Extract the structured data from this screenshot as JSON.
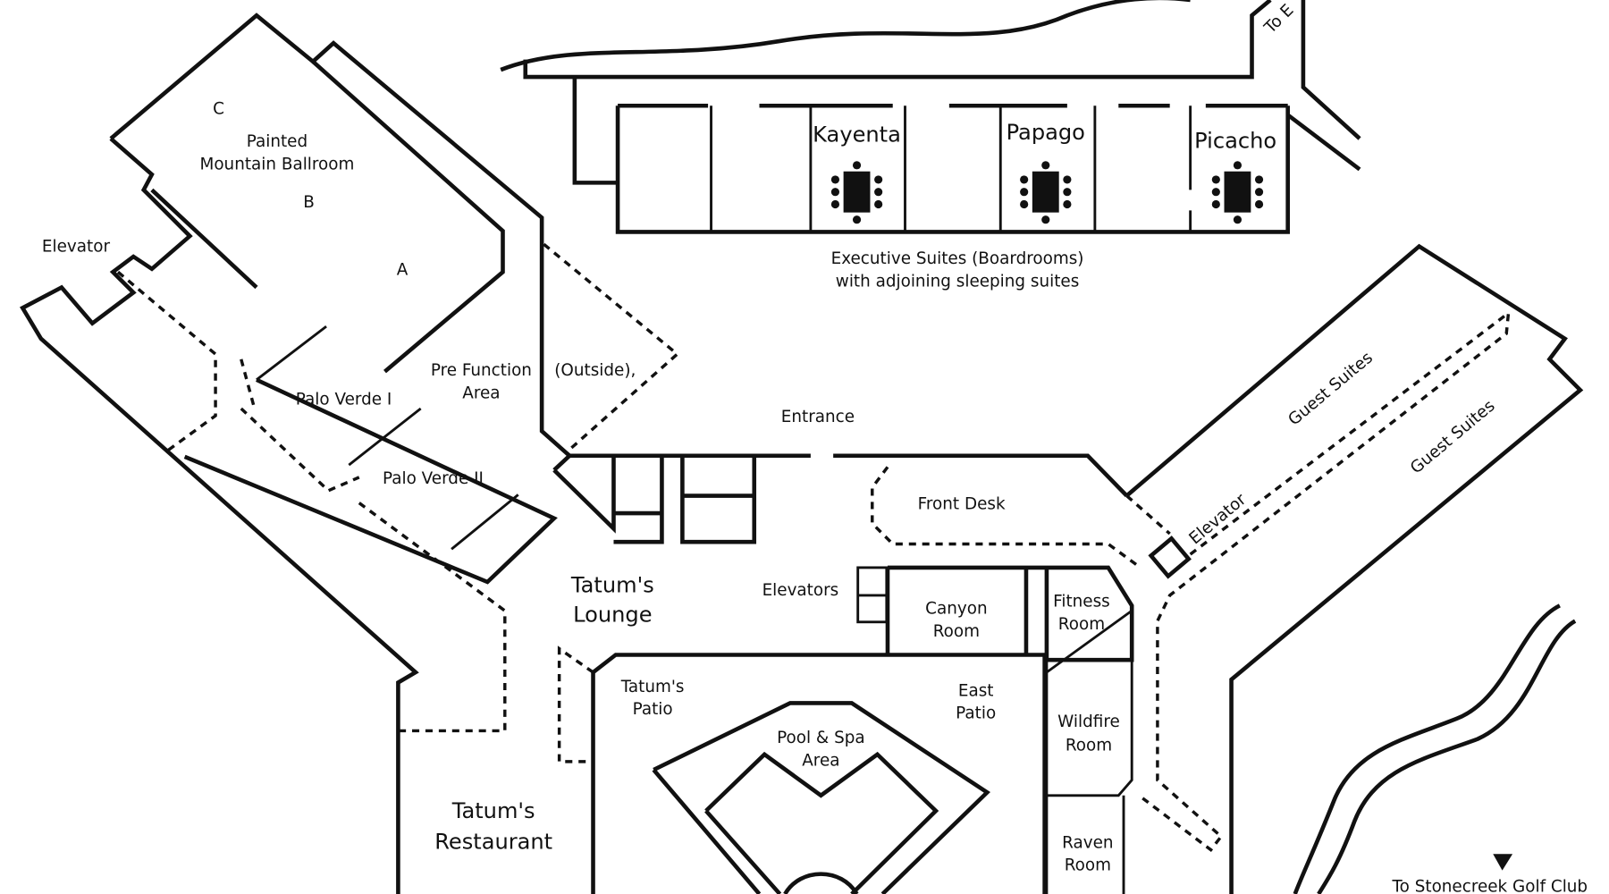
{
  "map": {
    "colors": {
      "ink": "#111111",
      "background": "#ffffff"
    },
    "ballroom": {
      "name_line1": "Painted",
      "name_line2": "Mountain Ballroom",
      "section_a": "A",
      "section_b": "B",
      "section_c": "C"
    },
    "elevator_left": "Elevator",
    "pre_function": {
      "line1": "Pre Function",
      "line2": "Area"
    },
    "outside": "(Outside),",
    "palo_verde_1": "Palo Verde I",
    "palo_verde_2": "Palo Verde II",
    "entrance": "Entrance",
    "to_e": "To E",
    "boardrooms": [
      "Kayenta",
      "Papago",
      "Picacho"
    ],
    "exec_suites": {
      "line1": "Executive Suites (Boardrooms)",
      "line2": "with adjoining sleeping suites"
    },
    "guest_suites_1": "Guest Suites",
    "guest_suites_2": "Guest Suites",
    "elevator_right": "Elevator",
    "front_desk": "Front Desk",
    "lounge": {
      "line1": "Tatum's",
      "line2": "Lounge"
    },
    "elevators": "Elevators",
    "canyon": {
      "line1": "Canyon",
      "line2": "Room"
    },
    "fitness": {
      "line1": "Fitness",
      "line2": "Room"
    },
    "patio": {
      "line1": "Tatum's",
      "line2": "Patio"
    },
    "east_patio": {
      "line1": "East",
      "line2": "Patio"
    },
    "pool": {
      "line1": "Pool & Spa",
      "line2": "Area"
    },
    "wildfire": {
      "line1": "Wildfire",
      "line2": "Room"
    },
    "restaurant": {
      "line1": "Tatum's",
      "line2": "Restaurant"
    },
    "raven": {
      "line1": "Raven",
      "line2": "Room"
    },
    "golf": "To Stonecreek Golf Club"
  }
}
